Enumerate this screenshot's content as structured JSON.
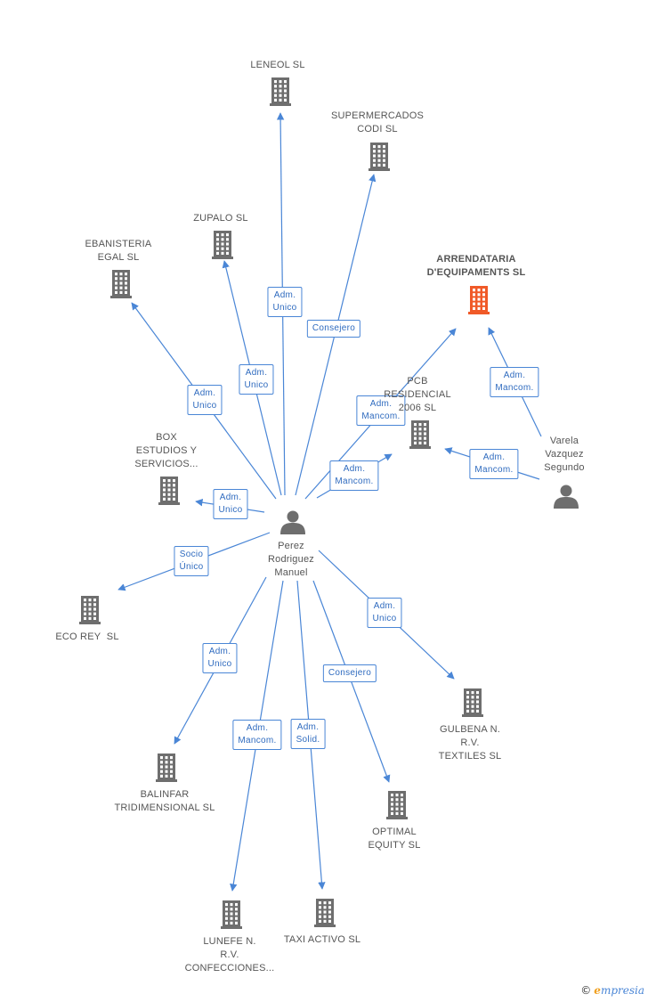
{
  "colors": {
    "edge": "#4a86d6",
    "building": "#6e6e6e",
    "highlight": "#f05a28",
    "person": "#6e6e6e"
  },
  "nodes": [
    {
      "id": "leneol",
      "type": "company",
      "label": "LENEOL SL"
    },
    {
      "id": "supermercados",
      "type": "company",
      "label": "SUPERMERCADOS\nCODI SL"
    },
    {
      "id": "zupalo",
      "type": "company",
      "label": "ZUPALO SL"
    },
    {
      "id": "ebanisteria",
      "type": "company",
      "label": "EBANISTERIA\nEGAL SL"
    },
    {
      "id": "arrendataria",
      "type": "company",
      "label": "ARRENDATARIA\nD'EQUIPAMENTS SL",
      "highlight": true
    },
    {
      "id": "pcb",
      "type": "company",
      "label": "PCB\nRESIDENCIAL\n2006 SL"
    },
    {
      "id": "box",
      "type": "company",
      "label": "BOX\nESTUDIOS Y\nSERVICIOS..."
    },
    {
      "id": "varela",
      "type": "person",
      "label": "Varela\nVazquez\nSegundo"
    },
    {
      "id": "perez",
      "type": "person",
      "label": "Perez\nRodriguez\nManuel"
    },
    {
      "id": "ecorey",
      "type": "company",
      "label": "ECO REY  SL"
    },
    {
      "id": "gulbena",
      "type": "company",
      "label": "GULBENA N.\nR.V.\nTEXTILES SL"
    },
    {
      "id": "balinfar",
      "type": "company",
      "label": "BALINFAR\nTRIDIMENSIONAL SL"
    },
    {
      "id": "optimal",
      "type": "company",
      "label": "OPTIMAL\nEQUITY SL"
    },
    {
      "id": "lunefe",
      "type": "company",
      "label": "LUNEFE N.\nR.V.\nCONFECCIONES..."
    },
    {
      "id": "taxi",
      "type": "company",
      "label": "TAXI ACTIVO SL"
    }
  ],
  "edges": [
    {
      "from": "perez",
      "to": "leneol",
      "label": "Adm.\nUnico"
    },
    {
      "from": "perez",
      "to": "supermercados",
      "label": "Consejero"
    },
    {
      "from": "perez",
      "to": "zupalo",
      "label": "Adm.\nUnico"
    },
    {
      "from": "perez",
      "to": "ebanisteria",
      "label": "Adm.\nUnico"
    },
    {
      "from": "perez",
      "to": "arrendataria",
      "label": "Adm.\nMancom."
    },
    {
      "from": "perez",
      "to": "pcb",
      "label": "Adm.\nMancom."
    },
    {
      "from": "perez",
      "to": "box",
      "label": "Adm.\nUnico"
    },
    {
      "from": "perez",
      "to": "ecorey",
      "label": "Socio\nÚnico"
    },
    {
      "from": "perez",
      "to": "gulbena",
      "label": "Adm.\nUnico"
    },
    {
      "from": "perez",
      "to": "balinfar",
      "label": "Adm.\nUnico"
    },
    {
      "from": "perez",
      "to": "optimal",
      "label": "Consejero"
    },
    {
      "from": "perez",
      "to": "lunefe",
      "label": "Adm.\nMancom."
    },
    {
      "from": "perez",
      "to": "taxi",
      "label": "Adm.\nSolid."
    },
    {
      "from": "varela",
      "to": "arrendataria",
      "label": "Adm.\nMancom."
    },
    {
      "from": "varela",
      "to": "pcb",
      "label": "Adm.\nMancom."
    }
  ],
  "brand": {
    "copyright": "©",
    "name_first": "e",
    "name_rest": "mpresia"
  }
}
